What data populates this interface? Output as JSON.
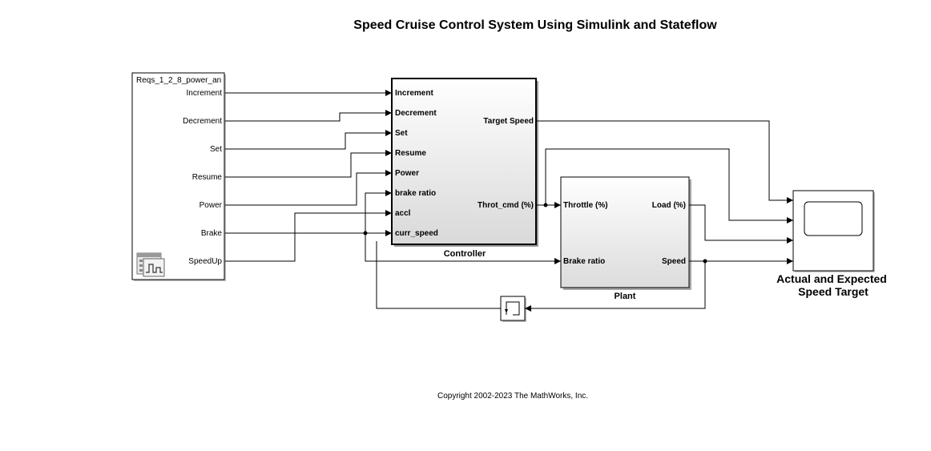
{
  "title": "Speed Cruise Control System Using Simulink and Stateflow",
  "signal_builder": {
    "name": "Reqs_1_2_8_power_an",
    "outputs": [
      "Increment",
      "Decrement",
      "Set",
      "Resume",
      "Power",
      "Brake",
      "SpeedUp"
    ],
    "icon": "signal-editor-icon"
  },
  "controller": {
    "label": "Controller",
    "inputs": [
      "Increment",
      "Decrement",
      "Set",
      "Resume",
      "Power",
      "brake ratio",
      "accl",
      "curr_speed"
    ],
    "outputs": [
      "Target Speed",
      "Throt_cmd (%)"
    ]
  },
  "plant": {
    "label": "Plant",
    "inputs": [
      "Throttle (%)",
      "Brake ratio"
    ],
    "outputs": [
      "Load (%)",
      "Speed"
    ]
  },
  "unit_delay": {
    "icon": "unit-delay-icon"
  },
  "scope": {
    "label_line1": "Actual and Expected",
    "label_line2": "Speed Target",
    "icon": "scope-icon"
  },
  "copyright": "Copyright 2002-2023 The MathWorks, Inc."
}
